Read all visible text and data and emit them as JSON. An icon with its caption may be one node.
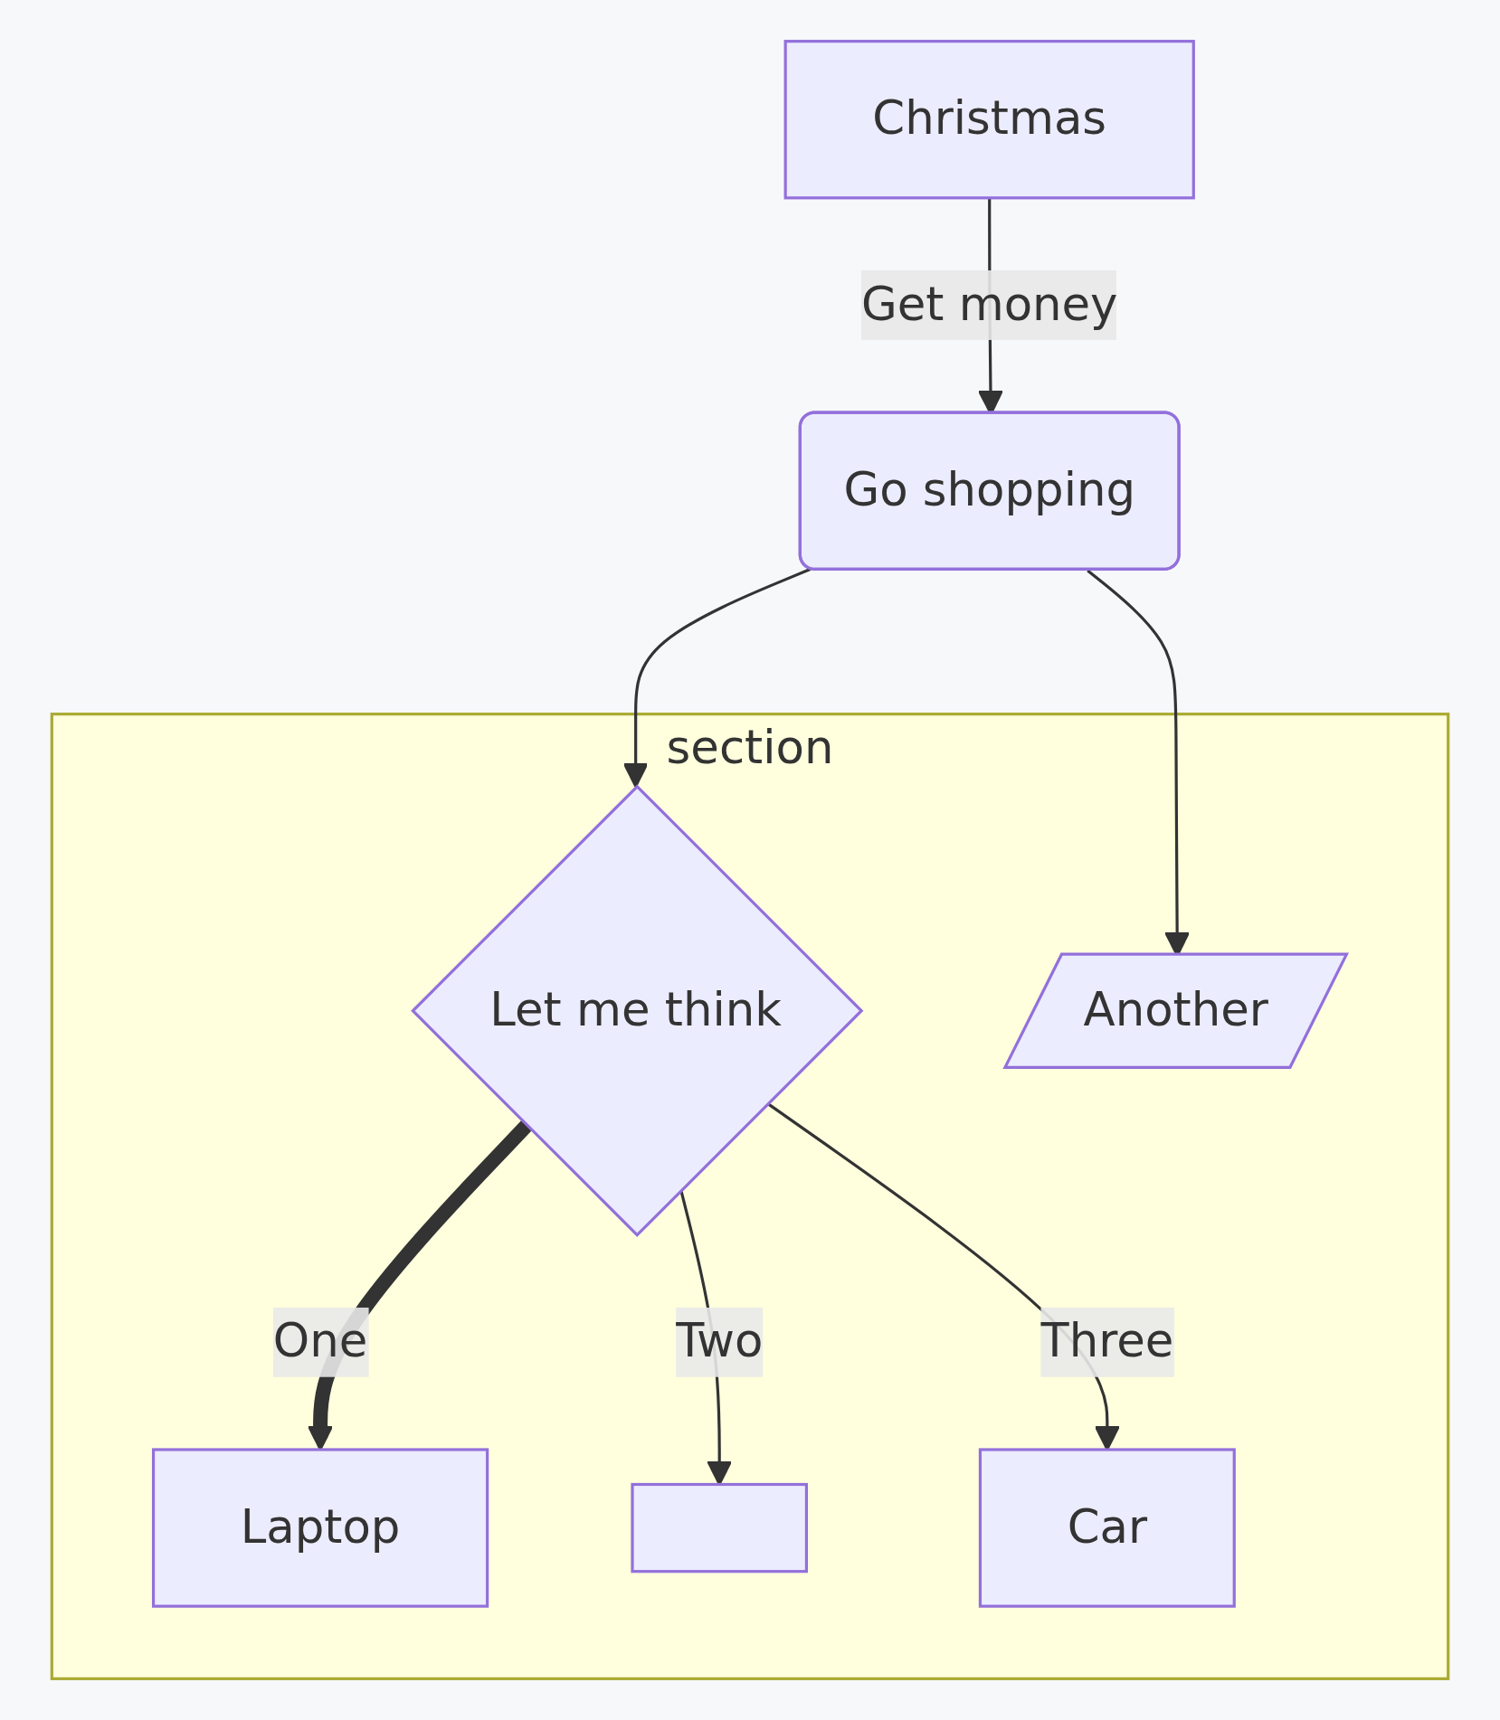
{
  "diagram": {
    "nodes": [
      {
        "text": [
          "Christmas"
        ]
      },
      {
        "text": [
          "Go shopping"
        ]
      },
      {
        "text": [
          "section"
        ]
      },
      {
        "text": [
          "Let me think"
        ],
        "in": 2
      },
      {
        "text": [
          "Another"
        ],
        "in": 2
      },
      {
        "text": [
          "Laptop"
        ],
        "in": 2
      },
      {
        "text": [],
        "shape": "box",
        "in": 2
      },
      {
        "text": [
          "Car"
        ],
        "in": 2
      }
    ],
    "edges": [
      {
        "from": 0,
        "to": 1,
        "arrow": "to",
        "label": "Get money"
      },
      {
        "from": 1,
        "to": 3,
        "arrow": "to"
      },
      {
        "from": 1,
        "to": 4,
        "arrow": "to"
      },
      {
        "from": 3,
        "to": 5,
        "arrow": "to",
        "label": "One",
        "style": "thick"
      },
      {
        "from": 3,
        "to": 6,
        "arrow": "to",
        "label": "Two"
      },
      {
        "from": 3,
        "to": 7,
        "arrow": "to",
        "label": "Three"
      }
    ]
  }
}
